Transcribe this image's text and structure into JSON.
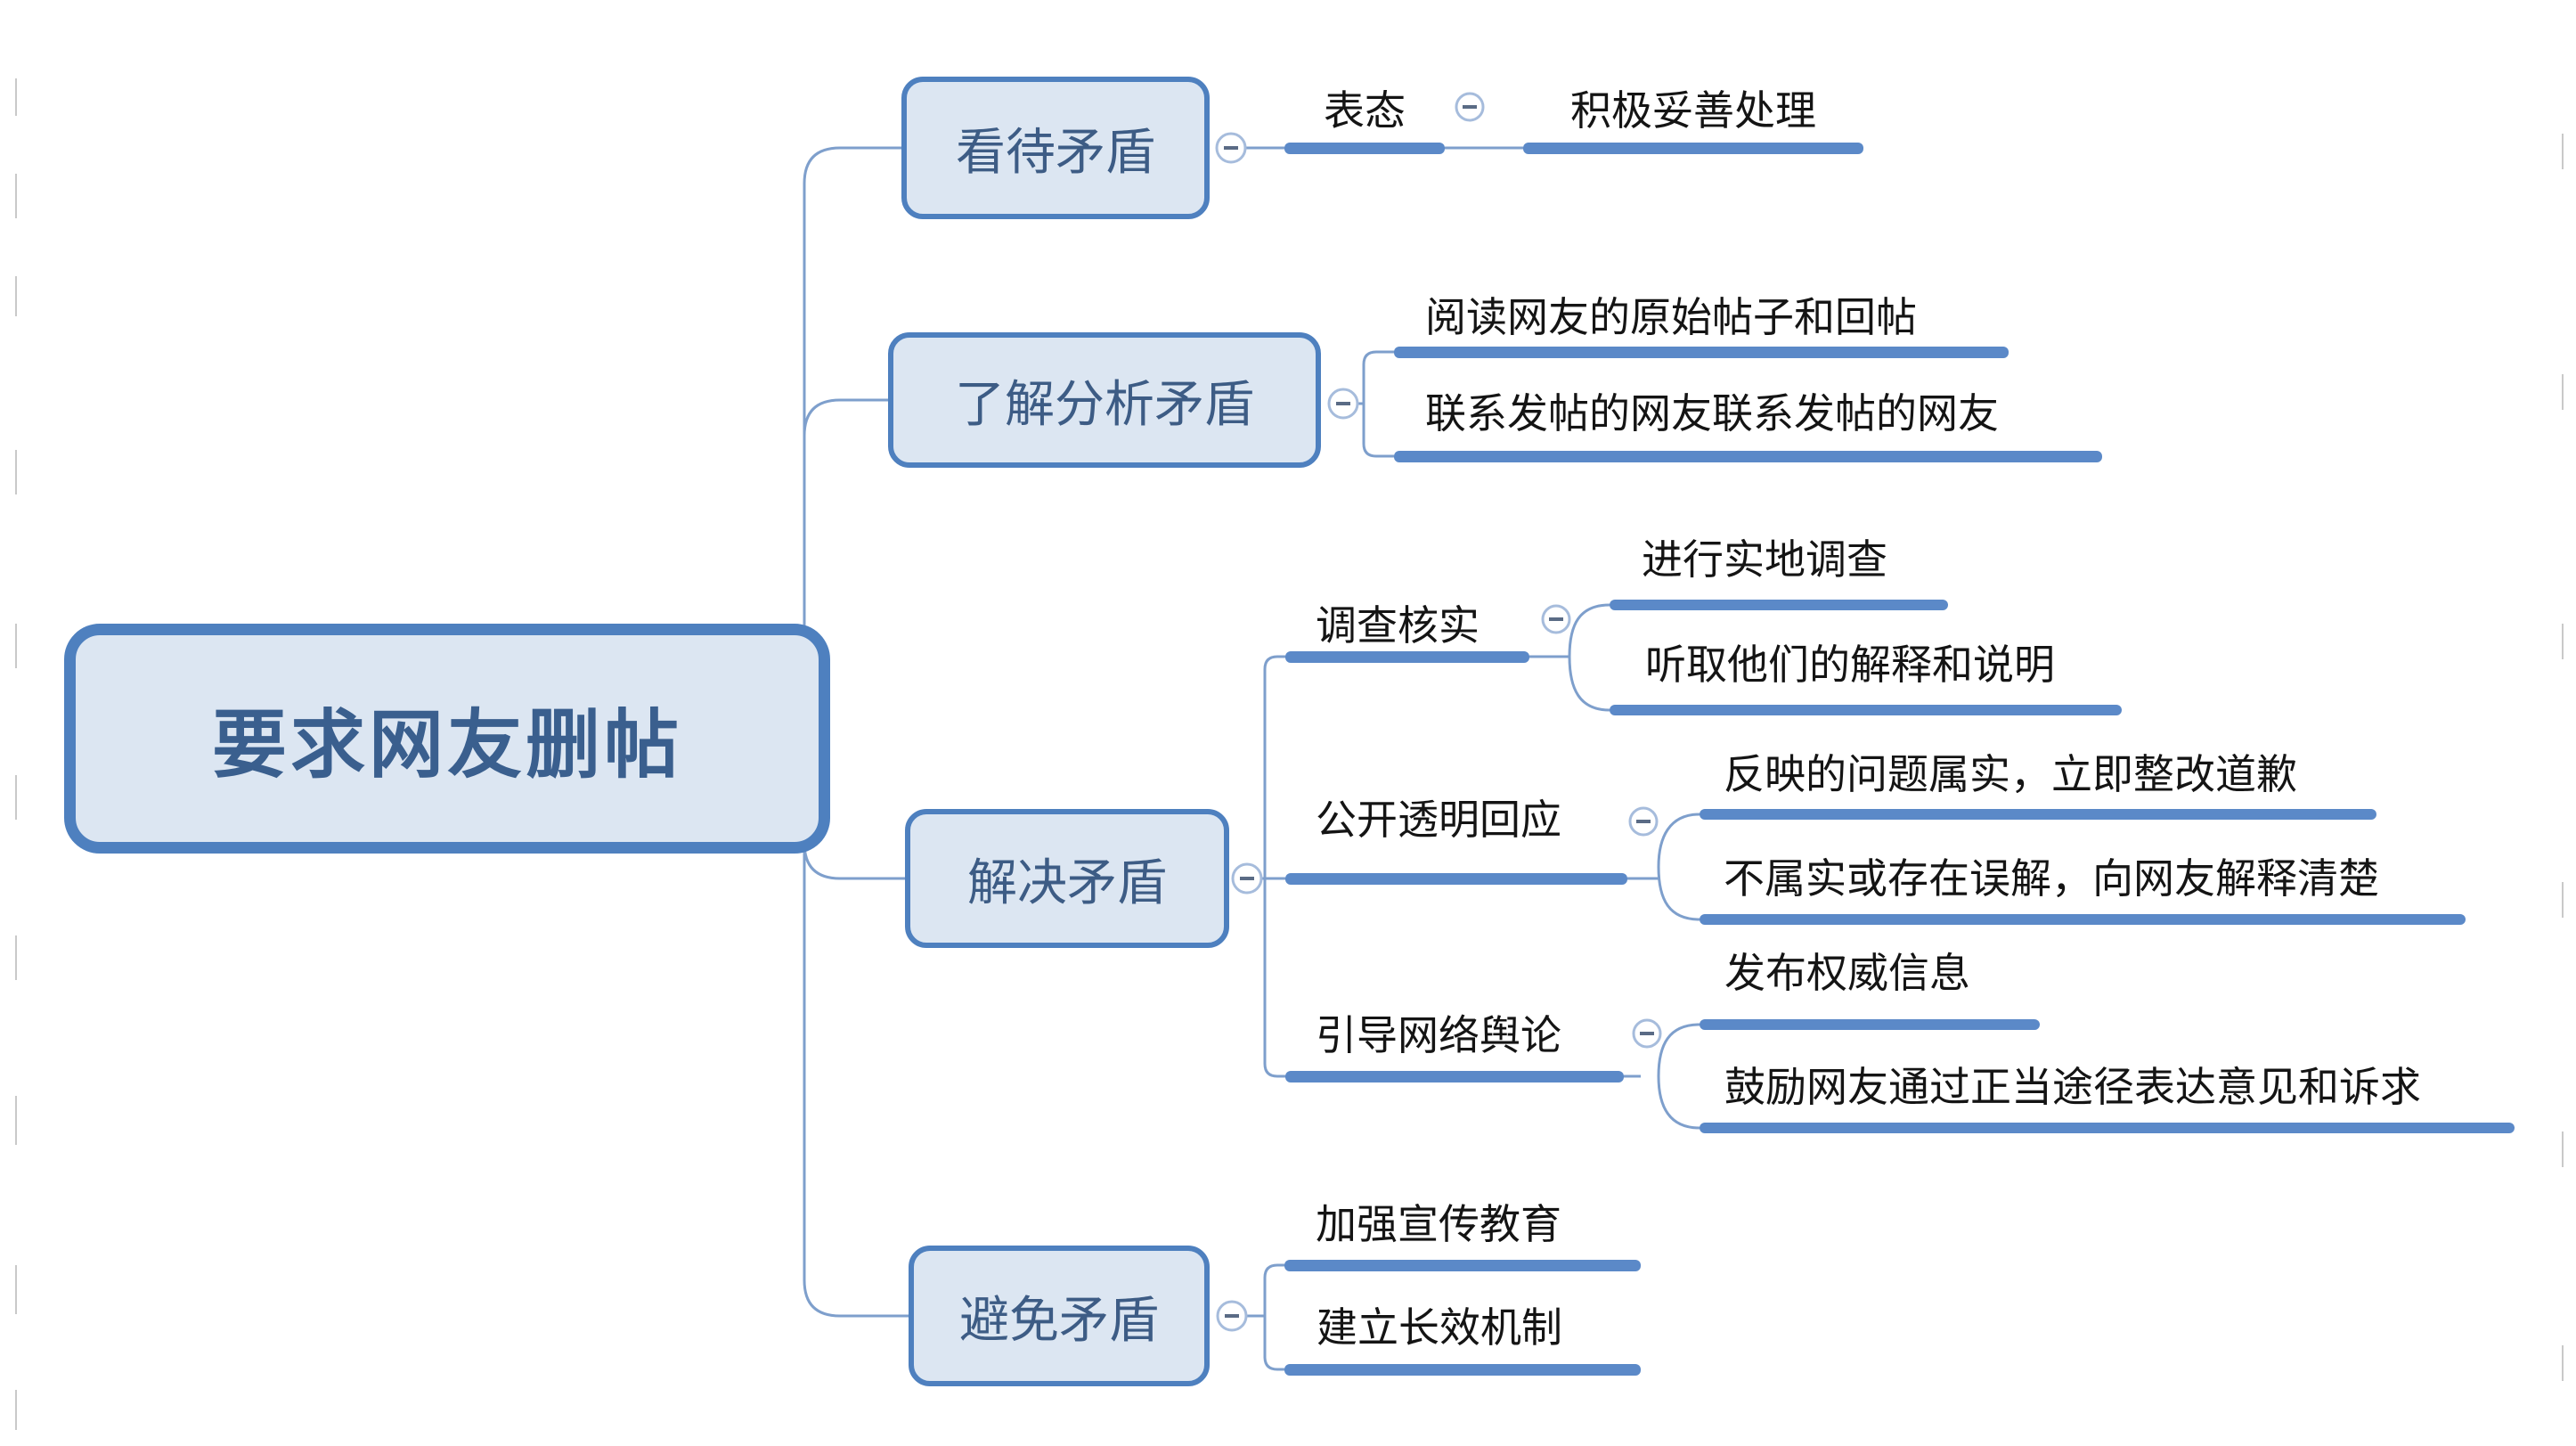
{
  "root": {
    "label": "要求网友删帖"
  },
  "branches": [
    {
      "label": "看待矛盾",
      "children": [
        {
          "label": "表态",
          "children": [
            {
              "label": "积极妥善处理"
            }
          ]
        }
      ]
    },
    {
      "label": "了解分析矛盾",
      "children": [
        {
          "label": "阅读网友的原始帖子和回帖"
        },
        {
          "label": "联系发帖的网友联系发帖的网友"
        }
      ]
    },
    {
      "label": "解决矛盾",
      "children": [
        {
          "label": "调查核实",
          "children": [
            {
              "label": "进行实地调查"
            },
            {
              "label": "听取他们的解释和说明"
            }
          ]
        },
        {
          "label": "公开透明回应",
          "children": [
            {
              "label": "反映的问题属实，立即整改道歉"
            },
            {
              "label": "不属实或存在误解，向网友解释清楚"
            }
          ]
        },
        {
          "label": "引导网络舆论",
          "children": [
            {
              "label": "发布权威信息"
            },
            {
              "label": "鼓励网友通过正当途径表达意见和诉求"
            }
          ]
        }
      ]
    },
    {
      "label": "避免矛盾",
      "children": [
        {
          "label": "加强宣传教育"
        },
        {
          "label": "建立长效机制"
        }
      ]
    }
  ],
  "icons": {
    "collapse": "minus-circle"
  },
  "colors": {
    "box_fill": "#dce6f2",
    "box_border": "#4e80bf",
    "box_text": "#3d5c85",
    "root_text": "#3a5f8e",
    "underline_bar": "#5b89c8",
    "thin_line": "#7e9fcc",
    "topic_text": "#141414",
    "toggle_ring": "#a6bcdc",
    "toggle_minus": "#5a6b85"
  }
}
